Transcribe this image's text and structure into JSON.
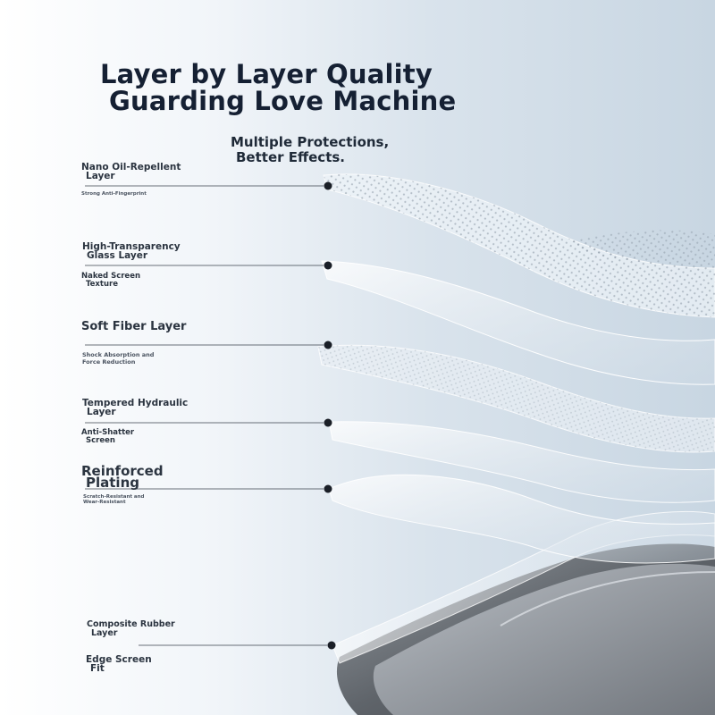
{
  "title": {
    "line1": "Layer by Layer Quality",
    "line2": "Guarding Love Machine"
  },
  "subtitle": {
    "line1": "Multiple Protections,",
    "line2": "Better Effects."
  },
  "layers": [
    {
      "name": [
        "Nano Oil-Repellent",
        "Layer"
      ],
      "desc": [
        "Strong Anti-Fingerprint"
      ]
    },
    {
      "name": [
        "High-Transparency",
        "Glass Layer"
      ],
      "desc": [
        "Naked Screen",
        "Texture"
      ]
    },
    {
      "name": [
        "Soft Fiber Layer"
      ],
      "desc": [
        "Shock Absorption and",
        "Force Reduction"
      ]
    },
    {
      "name": [
        "Tempered Hydraulic",
        "Layer"
      ],
      "desc": [
        "Anti-Shatter",
        "Screen"
      ]
    },
    {
      "name": [
        "Reinforced",
        "Plating"
      ],
      "desc": [
        "Scratch-Resistant and",
        "Wear-Resistant"
      ]
    },
    {
      "name": [
        "Composite Rubber",
        "Layer"
      ],
      "desc": [
        "Edge Screen",
        "Fit"
      ]
    }
  ],
  "colors": {
    "text": "#152033",
    "label": "#2b3440",
    "marker": "#1a1f27",
    "background_left": "#ffffff",
    "background_right": "#c8d6e2",
    "device": "#6b6f74"
  }
}
